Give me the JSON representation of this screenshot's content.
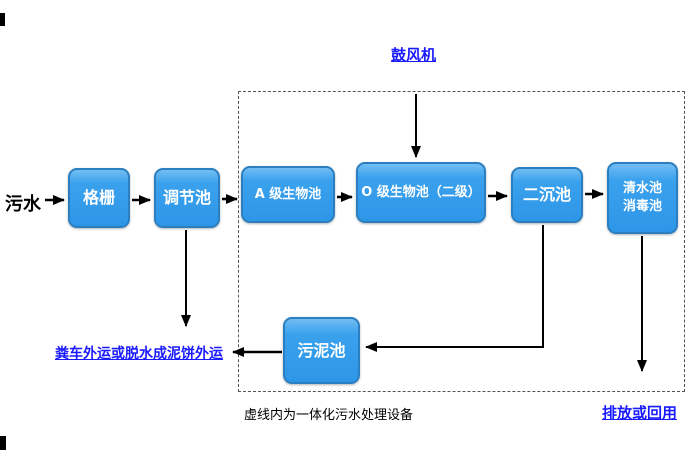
{
  "diagram": {
    "source_label": "污水",
    "blower_label": "鼓风机",
    "boxes": {
      "grille": "格栅",
      "regulating": "调节池",
      "a_bio": "A 级生物池",
      "o_bio": "O 级生物池（二级）",
      "secondary": "二沉池",
      "clear_water_line1": "清水池",
      "clear_water_line2": "消毒池",
      "sludge": "污泥池"
    },
    "annotations": {
      "sludge_disposal": "粪车外运或脱水成泥饼外运",
      "boundary_caption": "虚线内为一体化污水处理设备",
      "discharge": "排放或回用"
    },
    "colors": {
      "box_fill": "#2f97e7",
      "box_fill_highlight": "#72bdf3",
      "box_border": "#2b7fc0",
      "box_text": "#ffffff",
      "annotation_blue": "#1a1aff",
      "text_black": "#000000",
      "arrow": "#000000",
      "boundary_dash": "#555555"
    }
  }
}
